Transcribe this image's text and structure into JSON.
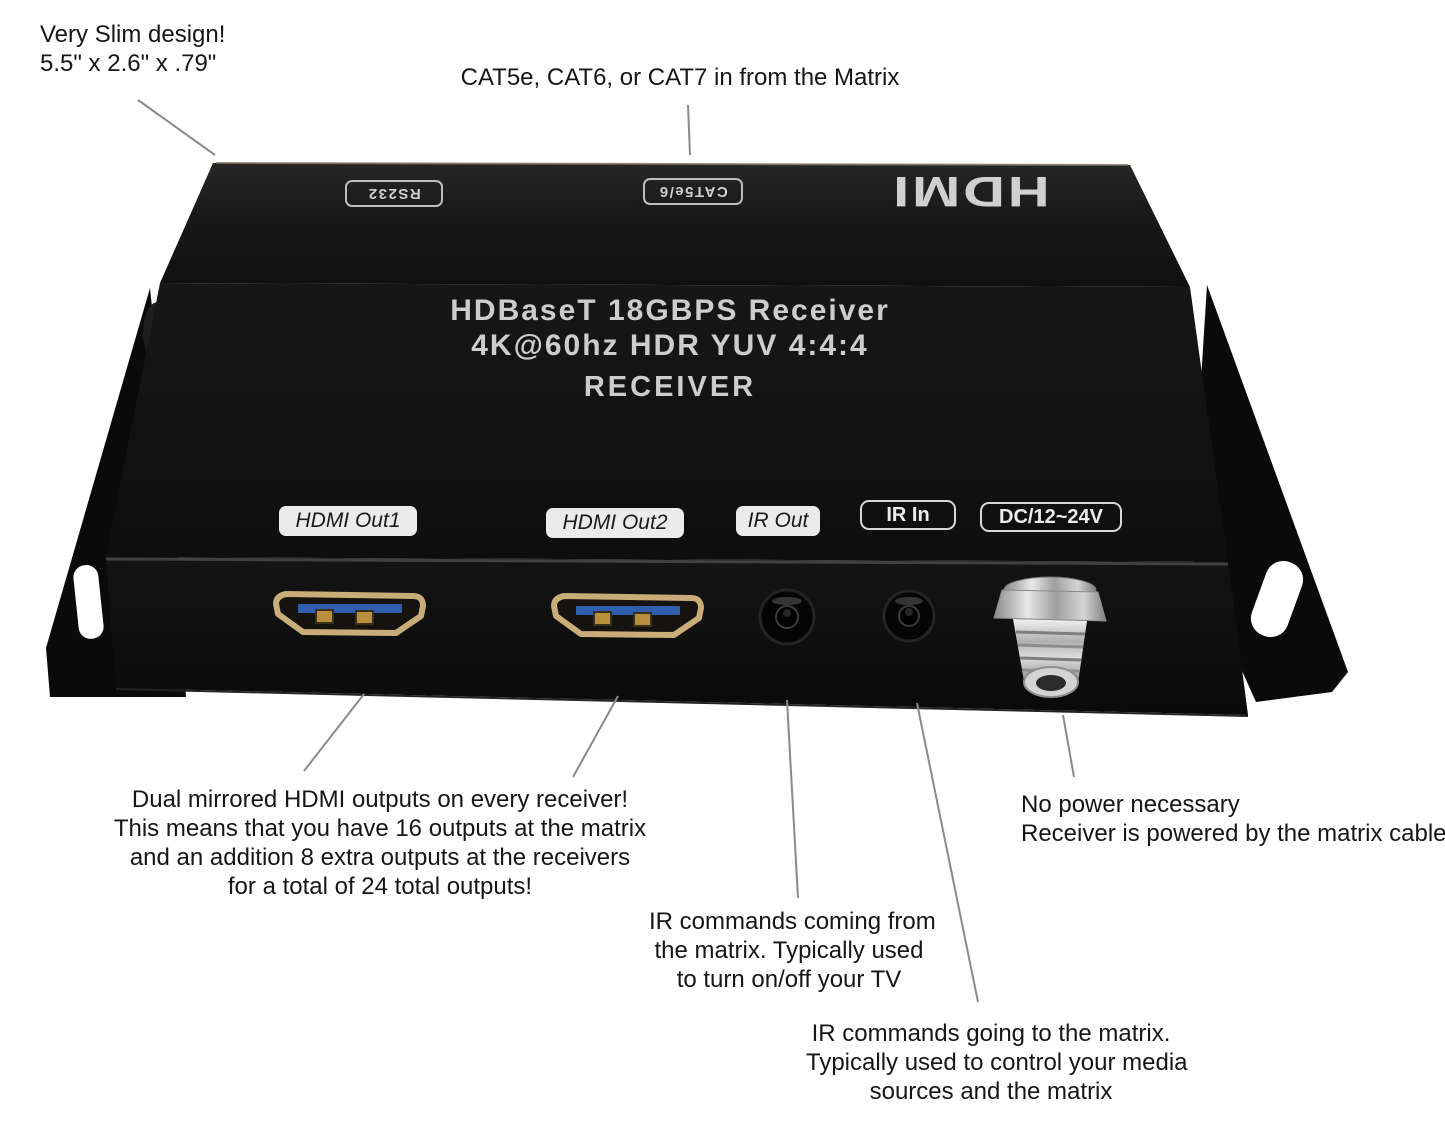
{
  "annotations": {
    "slim": {
      "line1": "Very Slim design!",
      "line2": "5.5\" x 2.6\" x .79\""
    },
    "cat_in": "CAT5e, CAT6, or CAT7 in from the Matrix",
    "dual_outputs": {
      "line1": "Dual mirrored HDMI outputs on every receiver!",
      "line2": "This means that you have 16 outputs at the matrix",
      "line3": "and an addition 8 extra outputs at the receivers",
      "line4": "for a total of 24 total outputs!"
    },
    "no_power": {
      "line1": "No power necessary",
      "line2": "Receiver is powered by the matrix cable"
    },
    "ir_out": {
      "line1": "IR commands coming from",
      "line2": "the matrix. Typically used",
      "line3": "to turn on/off your TV"
    },
    "ir_in": {
      "line1": "IR commands going to the matrix.",
      "line2": "Typically used to control your media",
      "line3": "sources and the matrix"
    }
  },
  "device": {
    "top_labels": {
      "rs232": "RS232",
      "cat": "CAT5e/6",
      "hdmi_logo": "HDMI"
    },
    "front_text": {
      "line1": "HDBaseT 18GBPS Receiver",
      "line2": "4K@60hz HDR YUV 4:4:4",
      "line3": "RECEIVER"
    },
    "port_labels": {
      "hdmi_out1": "HDMI Out1",
      "hdmi_out2": "HDMI Out2",
      "ir_out": "IR Out",
      "ir_in": "IR In",
      "dc": "DC/12~24V"
    }
  },
  "colors": {
    "background": "#ffffff",
    "chassis_black": "#111111",
    "silkscreen": "#cdcdcd",
    "callout_line": "#8a8a8a",
    "annotation_text": "#161616",
    "hdmi_bezel_gold": "#c9ad78",
    "hdmi_pcb_blue": "#2f5fae",
    "metal_connector": "#c8c8c8"
  }
}
